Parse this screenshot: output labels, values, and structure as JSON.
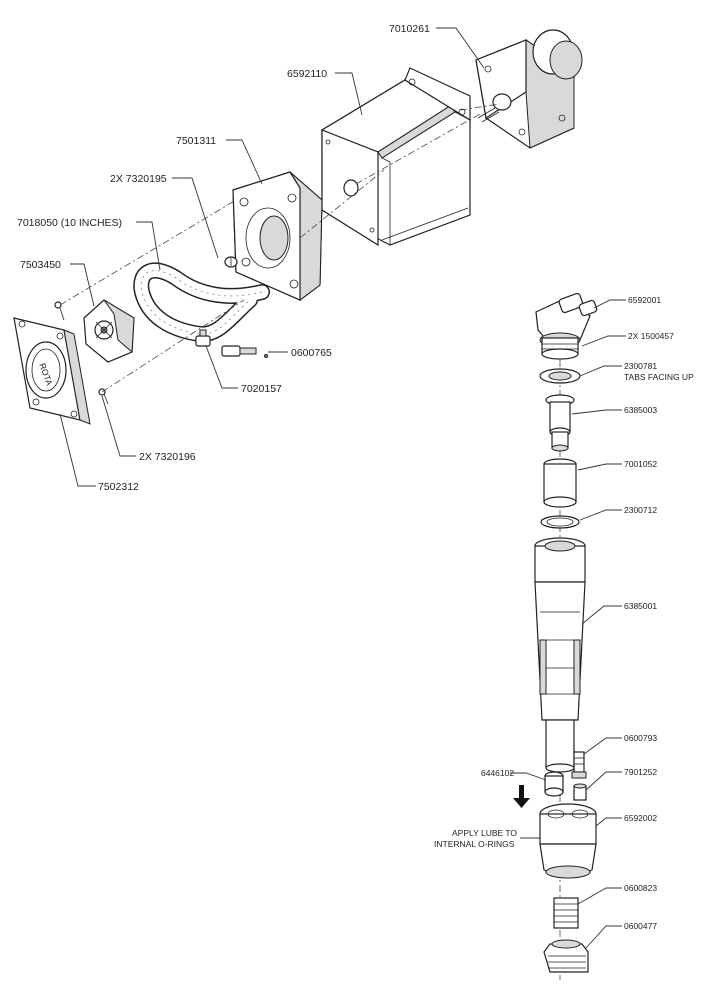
{
  "labels": {
    "p7010261": "7010261",
    "p6592110": "6592110",
    "p7501311": "7501311",
    "p7320195": "2X 7320195",
    "p7018050": "7018050 (10 INCHES)",
    "p7503450": "7503450",
    "p0600765": "0600765",
    "p7020157": "7020157",
    "p7320196": "2X 7320196",
    "p7502312": "7502312",
    "p6592001": "6592001",
    "p1500457": "2X 1500457",
    "p2300781": "2300781",
    "p2300781_note": "TABS FACING UP",
    "p6385003": "6385003",
    "p7001052": "7001052",
    "p2300712": "2300712",
    "p6385001": "6385001",
    "p0600793": "0600793",
    "p6446102": "6446102",
    "p7901252": "7901252",
    "p6592002": "6592002",
    "lube_line1": "APPLY LUBE TO",
    "lube_line2": "INTERNAL O-RINGS",
    "p0600823": "0600823",
    "p0600477": "0600477"
  },
  "plate_text": "ROTA"
}
